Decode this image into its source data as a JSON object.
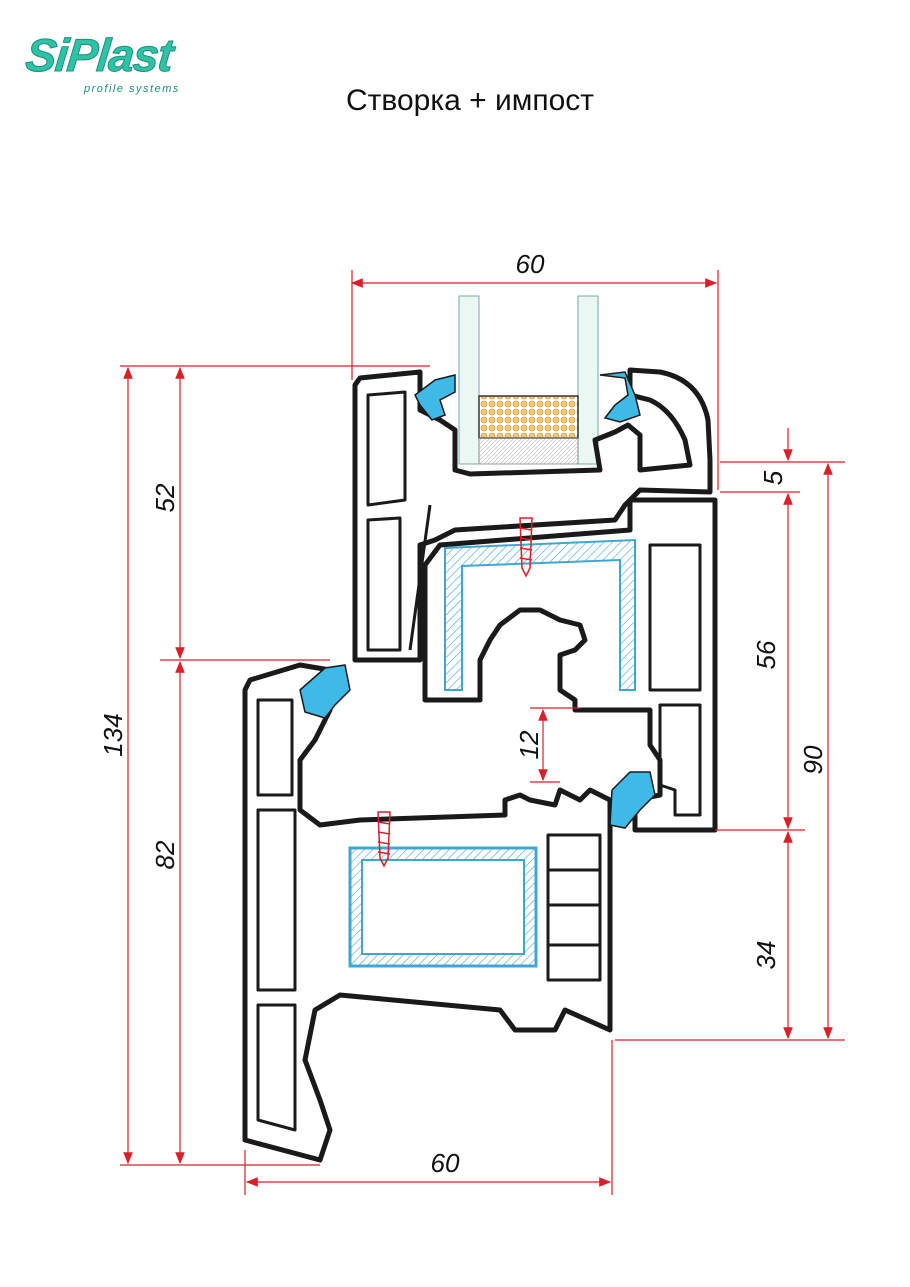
{
  "logo": {
    "brand": "SiPlast",
    "tagline": "profile systems",
    "color": "#2ec3a6"
  },
  "title": "Створка + импост",
  "colors": {
    "profile": "#1a1a1a",
    "dimension": "#d81f2a",
    "gasket": "#3fb9e6",
    "reinforcement": "#7fd3ee",
    "spacer": "#f2b45a"
  },
  "dimensions": {
    "glass_width": "60",
    "sash_top": "52",
    "total_height": "134",
    "frame_bottom": "82",
    "overlap": "5",
    "impost_mid": "56",
    "impost_height": "90",
    "gap": "12",
    "impost_bottom": "34",
    "base_width": "60"
  }
}
